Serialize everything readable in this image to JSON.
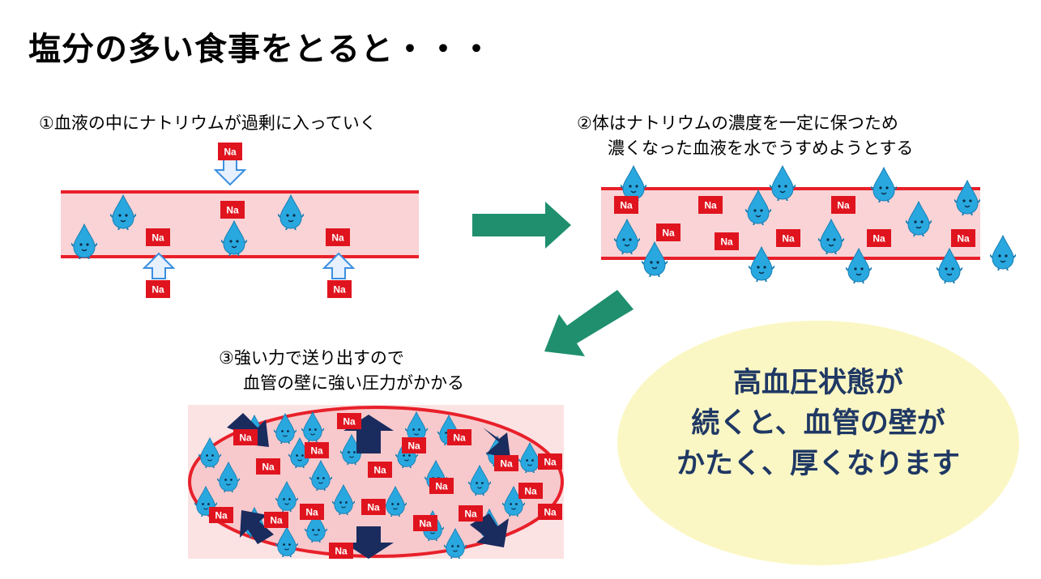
{
  "title": "塩分の多い食事をとると・・・",
  "step1": {
    "caption": "①血液の中にナトリウムが過剰に入っていく"
  },
  "step2": {
    "caption_line1": "②体はナトリウムの濃度を一定に保つため",
    "caption_line2": "濃くなった血液を水でうすめようとする"
  },
  "step3": {
    "caption_line1": "③強い力で送り出すので",
    "caption_line2": "血管の壁に強い圧力がかかる"
  },
  "na_label": "Na",
  "conclusion": {
    "line1": "高血圧状態が",
    "line2": "続くと、血管の壁が",
    "line3": "かたく、厚くなります"
  },
  "colors": {
    "vessel_wall": "#e8202a",
    "plasma": "#f9d3d6",
    "na_box": "#e0141e",
    "droplet": "#29a8e0",
    "process_arrow": "#1f8f6e",
    "pressure_arrow": "#1a2b5e",
    "inflow_arrow": "#3b8fe0",
    "note_bg": "#fbf7c4",
    "note_text": "#1f3864"
  }
}
